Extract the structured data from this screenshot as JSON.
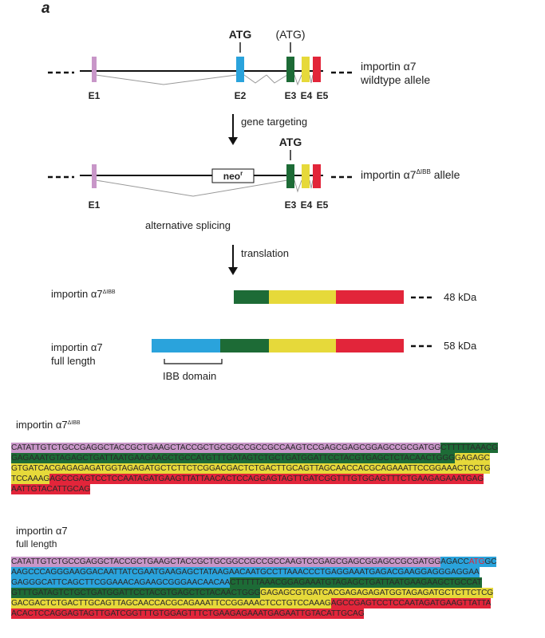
{
  "panel_label": "a",
  "colors": {
    "E1": "#c896c8",
    "E2": "#2aa3dc",
    "E3": "#1d6b36",
    "E4": "#e6d93a",
    "E5": "#e2253a",
    "seq_start_codon": "#e2253a",
    "line": "#111111",
    "splice": "#999999"
  },
  "wildtype": {
    "label_line1": "importin α7",
    "label_line2": "wildtype allele",
    "atg_e2": "ATG",
    "atg_e3": "(ATG)",
    "exons": [
      "E1",
      "E2",
      "E3",
      "E4",
      "E5"
    ]
  },
  "step1_label": "gene targeting",
  "targeted": {
    "label_main": "importin α7",
    "label_sup": "ΔIBB",
    "label_suffix": " allele",
    "atg": "ATG",
    "neo_main": "neo",
    "neo_sup": "r",
    "exons": [
      "E1",
      "E3",
      "E4",
      "E5"
    ]
  },
  "alt_splicing": "alternative splicing",
  "step2_label": "translation",
  "proteins": {
    "dibb_main": "importin α7",
    "dibb_sup": "ΔIBB",
    "dibb_size": "48 kDa",
    "full_line1": "importin α7",
    "full_line2": "full length",
    "full_size": "58 kDa",
    "ibb_domain": "IBB domain"
  },
  "seq_dibb": {
    "title_main": "importin α7",
    "title_sup": "ΔIBB",
    "lines": [
      [
        [
          "E1",
          "CATATTGTCTGCCGAGGCTACCGCTGAAGCTACCGCTGCGGCCGCCGCCAAGTCCGAGCGAGCGGAGCCGCGATGG"
        ],
        [
          "E3",
          "CTTTTTAAACG"
        ]
      ],
      [
        [
          "E3",
          "GAGAAATGTAGAGCTGATTAATGAAGAAGCTGCCATGTTTGATAGTCTGCTGATGGATTCCTACGTGAGCTCTACAACTGGG"
        ],
        [
          "E4",
          "GAGAGC"
        ]
      ],
      [
        [
          "E4",
          "GTGATCACGAGAGAGATGGTAGAGATGCTCTTCTCGGACGACTCTGACTTGCAGTTAGCAACCACGCAGAAATTCCGGAAACTCCTG"
        ]
      ],
      [
        [
          "E4",
          "TCCAAAG"
        ],
        [
          "E5",
          "AGCCGAGTCCTCCAATAGATGAAGTTATTAACACTCCAGGAGTAGTTGATCGGTTTGTGGAGTTTCTGAAGAGAAATGAG"
        ]
      ],
      [
        [
          "E5",
          "AATTGTACATTGCAG"
        ]
      ]
    ]
  },
  "seq_full": {
    "title_line1": "importin α7",
    "title_line2": "full length",
    "lines": [
      [
        [
          "E1",
          "CATATTGTCTGCCGAGGCTACCGCTGAAGCTACCGCTGCGGCCGCCGCCAAGTCCGAGCGAGCGGAGCCGCGATGG"
        ],
        [
          "E2",
          "AGACC"
        ],
        [
          "E2R",
          "ATG"
        ],
        [
          "E2",
          "GC"
        ]
      ],
      [
        [
          "E2",
          "AAGCCCAGGGAAGGACAATTATCGAATGAAGAGCTATAAGAACAATGCCTTAAACCCTGAGGAAATGAGACGAAGGAGGGAGGAA"
        ]
      ],
      [
        [
          "E2",
          "GAGGGCATTCAGCTTCGGAAACAGAAGCGGGAACAACAA"
        ],
        [
          "E3",
          "CTTTTTAAACGGAGAAATGTAGAGCTGATTAATGAAGAAGCTGCCAT"
        ]
      ],
      [
        [
          "E3",
          "GTTTGATAGTCTGCTGATGGATTCCTACGTGAGCTCTACAACTGGG"
        ],
        [
          "E4",
          "GAGAGCGTGATCACGAGAGAGATGGTAGAGATGCTCTTCTCG"
        ]
      ],
      [
        [
          "E4",
          "GACGACTCTGACTTGCAGTTAGCAACCACGCAGAAATTCCGGAAACTCCTGTCCAAAG"
        ],
        [
          "E5",
          "AGCCGAGTCCTCCAATAGATGAAGTTATTA"
        ]
      ],
      [
        [
          "E5",
          "ACACTCCAGGAGTAGTTGATCGGTTTGTGGAGTTTCTGAAGAGAAATGAGAATTGTACATTGCAG"
        ]
      ]
    ]
  }
}
